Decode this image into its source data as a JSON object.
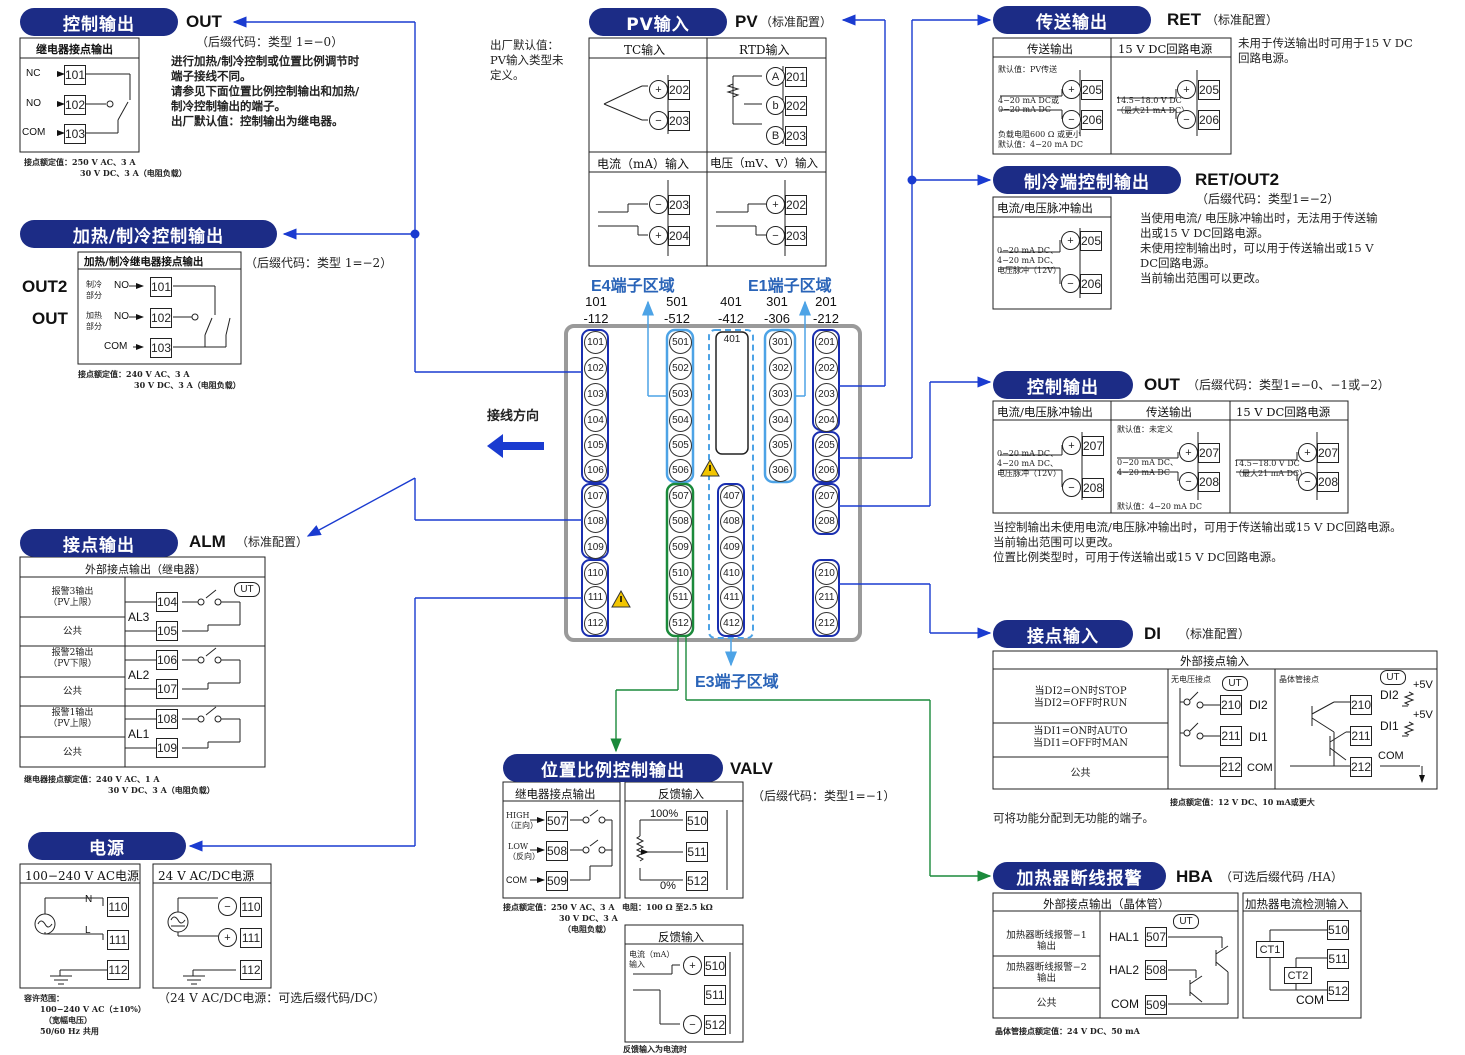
{
  "out": {
    "pill": "控制输出",
    "code": "OUT",
    "suffix": "（后缀代码：类型 1=−0）",
    "desc": [
      "进行加热/制冷控制或位置比例调节时",
      "端子接线不同。",
      "请参见下面位置比例控制输出和加热/",
      "制冷控制输出的端子。",
      "出厂默认值：控制输出为继电器。"
    ],
    "table_header": "继电器接点输出",
    "nc": "NC",
    "no": "NO",
    "com": "COM",
    "rating": [
      "接点额定值：250 V AC、3 A",
      "30 V DC、3 A（电阻负载）"
    ]
  },
  "hc": {
    "pill": "加热/制冷控制输出",
    "header": "加热/制冷继电器接点输出",
    "suffix": "（后缀代码：类型 1=−2）",
    "out2": "OUT2",
    "out": "OUT",
    "cool": "制冷\n部分",
    "heat": "加热\n部分",
    "no": "NO",
    "com": "COM",
    "rating": [
      "接点额定值：240 V AC、3 A",
      "30 V DC、3 A（电阻负载）"
    ]
  },
  "alm": {
    "pill": "接点输出",
    "code": "ALM",
    "std": "（标准配置）",
    "header": "外部接点输出（继电器）",
    "rows": [
      {
        "name": "报警3输出",
        "sub": "（PV上限）",
        "al": "AL3"
      },
      {
        "name": "公共"
      },
      {
        "name": "报警2输出",
        "sub": "（PV下限）",
        "al": "AL2"
      },
      {
        "name": "公共"
      },
      {
        "name": "报警1输出",
        "sub": "（PV上限）",
        "al": "AL1"
      },
      {
        "name": "公共"
      }
    ],
    "ut": "UT",
    "rating": [
      "继电器接点额定值：240 V AC、1 A",
      "30 V DC、3 A（电阻负载）"
    ]
  },
  "power": {
    "pill": "电源",
    "ac_header": "100−240 V AC电源",
    "dc_header": "24 V AC/DC电源",
    "n": "N",
    "l": "L",
    "dc_note": "（24 V AC/DC电源：可选后缀代码/DC）",
    "tol": [
      "容许范围：",
      "100−240 V AC（±10%）",
      "（宽幅电压）",
      "50/60 Hz 共用"
    ]
  },
  "pv": {
    "pill": "PV输入",
    "code": "PV",
    "std": "（标准配置）",
    "factory": [
      "出厂默认值：",
      "PV输入类型未",
      "定义。"
    ],
    "tc": "TC输入",
    "rtd": "RTD输入",
    "ma": "电流（mA）输入",
    "mv": "电压（mV、V）输入",
    "a": "A",
    "b": "b",
    "B": "B"
  },
  "center": {
    "e4": "E4端子区域",
    "e1": "E1端子区域",
    "e3": "E3端子区域",
    "direction": "接线方向",
    "ranges": [
      [
        "101",
        "-112"
      ],
      [
        "501",
        "-512"
      ],
      [
        "401",
        "-412"
      ],
      [
        "301",
        "-306"
      ],
      [
        "201",
        "-212"
      ]
    ],
    "col101": [
      "101",
      "102",
      "103",
      "104",
      "105",
      "106",
      "107",
      "108",
      "109",
      "110",
      "111",
      "112"
    ],
    "col501": [
      "501",
      "502",
      "503",
      "504",
      "505",
      "506",
      "507",
      "508",
      "509",
      "510",
      "511",
      "512"
    ],
    "col401": [
      "401",
      "407",
      "408",
      "409",
      "410",
      "411",
      "412"
    ],
    "col301": [
      "301",
      "302",
      "303",
      "304",
      "305",
      "306"
    ],
    "col201": [
      "201",
      "202",
      "203",
      "204",
      "205",
      "206",
      "207",
      "208",
      "210",
      "211",
      "212"
    ]
  },
  "valv": {
    "pill": "位置比例控制输出",
    "code": "VALV",
    "suffix": "（后缀代码：类型1=−1）",
    "relay": "继电器接点输出",
    "fb": "反馈输入",
    "high": "HIGH\n（正向）",
    "low": "LOW\n（反向）",
    "com": "COM",
    "p100": "100%",
    "p0": "0%",
    "rating": [
      "接点额定值：250 V AC、3 A",
      "30 V DC、3 A",
      "（电阻负载）"
    ],
    "res": "电阻：100 Ω 至2.5 kΩ",
    "fb2": "反馈输入",
    "fb_ma": "电流（mA）\n输入",
    "fb_note": "反馈输入为电流时"
  },
  "ret": {
    "pill": "传送输出",
    "code": "RET",
    "std": "（标准配置）",
    "h1": "传送输出",
    "h2": "15 V DC回路电源",
    "note": [
      "未用于传送输出时可用于15 V DC",
      "回路电源。"
    ],
    "default": "默认值：PV传送",
    "range": "4−20 mA DC或\n0−20 mA DC",
    "load": "负载电阻600 Ω 或更小\n默认值：4−20 mA DC",
    "v": "14.5−18.0 V DC\n（最大21 mA DC）"
  },
  "retout2": {
    "pill": "制冷端控制输出",
    "code": "RET/OUT2",
    "suffix": "（后缀代码：类型1=−2）",
    "header": "电流/电压脉冲输出",
    "desc": [
      "当使用电流/ 电压脉冲输出时，无法用于传送输",
      "出或15 V DC回路电源。",
      "未使用控制输出时，可以用于传送输出或15 V",
      "DC回路电源。",
      "当前输出范围可以更改。"
    ],
    "sig": "0−20 mA DC、\n4−20 mA DC、\n电压脉冲（12V）"
  },
  "outR": {
    "pill": "控制输出",
    "code": "OUT",
    "suffix": "（后缀代码：类型1=−0、−1或−2）",
    "h1": "电流/电压脉冲输出",
    "h2": "传送输出",
    "h3": "15 V DC回路电源",
    "sig": "0−20 mA DC、\n4−20 mA DC、\n电压脉冲（12V）",
    "undef": "默认值：未定义",
    "tx": "0−20 mA DC、\n4−20 mA DC",
    "txdef": "默认值：4−20 mA DC",
    "v": "14.5−18.0 V DC\n（最大21 mA DC）",
    "desc": [
      "当控制输出未使用电流/电压脉冲输出时，可用于传送输出或15 V DC回路电源。",
      "当前输出范围可以更改。",
      "位置比例类型时，可用于传送输出或15 V DC回路电源。"
    ]
  },
  "di": {
    "pill": "接点输入",
    "code": "DI",
    "std": "（标准配置）",
    "header": "外部接点输入",
    "r1": [
      "当DI2=ON时STOP",
      "当DI2=OFF时RUN"
    ],
    "r2": [
      "当DI1=ON时AUTO",
      "当DI1=OFF时MAN"
    ],
    "r3": "公共",
    "novolt": "无电压接点",
    "trans": "晶体管接点",
    "di2": "DI2",
    "di1": "DI1",
    "com": "COM",
    "ut": "UT",
    "p5": "+5V",
    "rating": "接点额定值：12 V DC、10 mA或更大",
    "note": "可将功能分配到无功能的端子。"
  },
  "hba": {
    "pill": "加热器断线报警",
    "code": "HBA",
    "suffix": "（可选后缀代码 /HA）",
    "h1": "外部接点输出（晶体管）",
    "h2": "加热器电流检测输入",
    "r1": "加热器断线报警−1\n输出",
    "r2": "加热器断线报警−2\n输出",
    "r3": "公共",
    "hal1": "HAL1",
    "hal2": "HAL2",
    "com": "COM",
    "ct1": "CT1",
    "ct2": "CT2",
    "ut": "UT",
    "rating": "晶体管接点额定值：24 V DC、50 mA"
  }
}
